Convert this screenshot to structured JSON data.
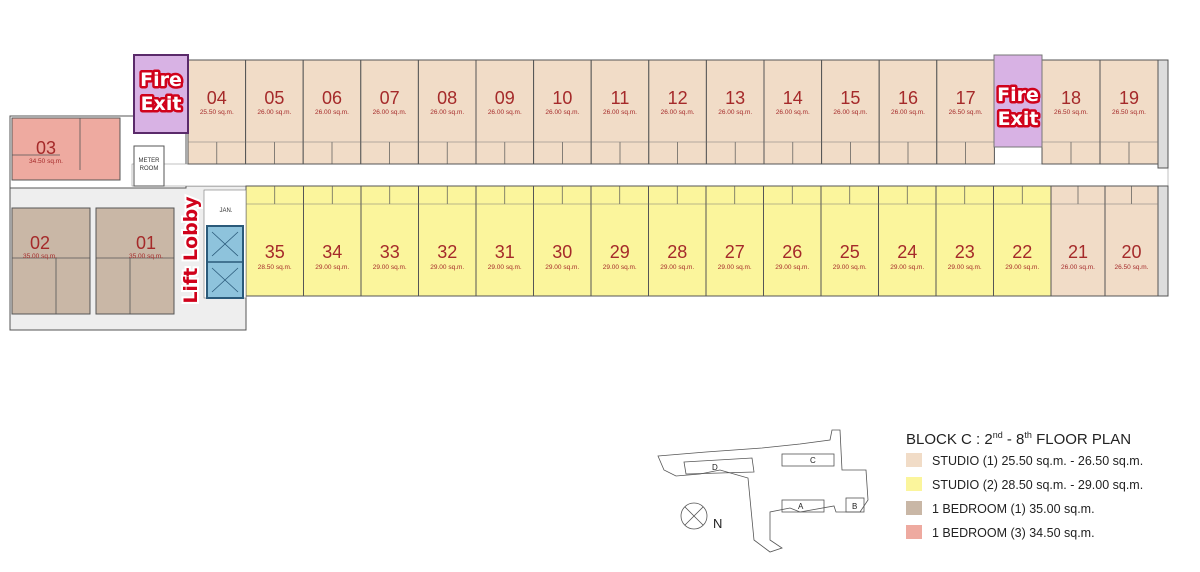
{
  "colors": {
    "studio1": "#f1dcc7",
    "studio2": "#fbf59c",
    "bed1": "#c9b7a6",
    "bed3": "#eeaaa0",
    "fire": "#d8b2e4",
    "lift": "#8ec3dc",
    "accent": "#d0021b"
  },
  "labels": {
    "fire_exit_1": "Fire",
    "fire_exit_2": "Exit",
    "lift_lobby": "Lift Lobby",
    "meter_room_1": "METER",
    "meter_room_2": "ROOM",
    "jan": "JAN."
  },
  "units_top": [
    {
      "no": "04",
      "area": "25.50 sq.m."
    },
    {
      "no": "05",
      "area": "26.00 sq.m."
    },
    {
      "no": "06",
      "area": "26.00 sq.m."
    },
    {
      "no": "07",
      "area": "26.00 sq.m."
    },
    {
      "no": "08",
      "area": "26.00 sq.m."
    },
    {
      "no": "09",
      "area": "26.00 sq.m."
    },
    {
      "no": "10",
      "area": "26.00 sq.m."
    },
    {
      "no": "11",
      "area": "26.00 sq.m."
    },
    {
      "no": "12",
      "area": "26.00 sq.m."
    },
    {
      "no": "13",
      "area": "26.00 sq.m."
    },
    {
      "no": "14",
      "area": "26.00 sq.m."
    },
    {
      "no": "15",
      "area": "26.00 sq.m."
    },
    {
      "no": "16",
      "area": "26.00 sq.m."
    },
    {
      "no": "17",
      "area": "26.50 sq.m."
    },
    {
      "no": "18",
      "area": "26.50 sq.m."
    },
    {
      "no": "19",
      "area": "26.50 sq.m."
    }
  ],
  "units_bottom": [
    {
      "no": "35",
      "area": "28.50 sq.m."
    },
    {
      "no": "34",
      "area": "29.00 sq.m."
    },
    {
      "no": "33",
      "area": "29.00 sq.m."
    },
    {
      "no": "32",
      "area": "29.00 sq.m."
    },
    {
      "no": "31",
      "area": "29.00 sq.m."
    },
    {
      "no": "30",
      "area": "29.00 sq.m."
    },
    {
      "no": "29",
      "area": "29.00 sq.m."
    },
    {
      "no": "28",
      "area": "29.00 sq.m."
    },
    {
      "no": "27",
      "area": "29.00 sq.m."
    },
    {
      "no": "26",
      "area": "29.00 sq.m."
    },
    {
      "no": "25",
      "area": "29.00 sq.m."
    },
    {
      "no": "24",
      "area": "29.00 sq.m."
    },
    {
      "no": "23",
      "area": "29.00 sq.m."
    },
    {
      "no": "22",
      "area": "29.00 sq.m."
    },
    {
      "no": "21",
      "area": "26.00 sq.m."
    },
    {
      "no": "20",
      "area": "26.50 sq.m."
    }
  ],
  "units_left": [
    {
      "no": "03",
      "area": "34.50 sq.m."
    },
    {
      "no": "02",
      "area": "35.00 sq.m."
    },
    {
      "no": "01",
      "area": "35.00 sq.m."
    }
  ],
  "legend": {
    "title_prefix": "BLOCK C : 2",
    "title_sup1": "nd",
    "title_mid": " - 8",
    "title_sup2": "th",
    "title_suffix": " FLOOR PLAN",
    "items": [
      {
        "label": "STUDIO (1) 25.50 sq.m. - 26.50 sq.m.",
        "color": "#f1dcc7"
      },
      {
        "label": "STUDIO (2) 28.50 sq.m. - 29.00 sq.m.",
        "color": "#fbf59c"
      },
      {
        "label": "1 BEDROOM (1) 35.00 sq.m.",
        "color": "#c9b7a6"
      },
      {
        "label": "1 BEDROOM (3) 34.50 sq.m.",
        "color": "#eeaaa0"
      }
    ]
  },
  "keyplan": {
    "blocks": [
      "A",
      "B",
      "C",
      "D"
    ],
    "north": "N"
  }
}
